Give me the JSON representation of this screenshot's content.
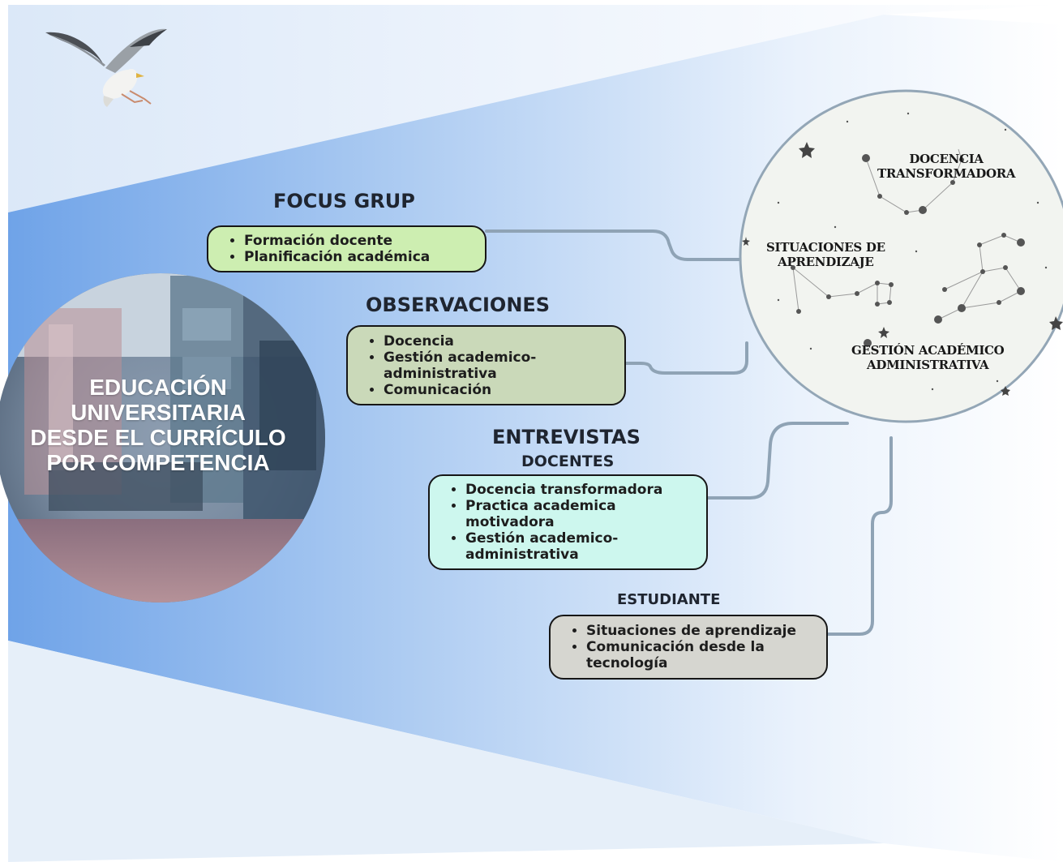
{
  "center": {
    "lines": [
      "EDUCACIÓN",
      "UNIVERSITARIA",
      "DESDE EL CURRÍCULO",
      "POR COMPETENCIA"
    ]
  },
  "focus": {
    "title": "FOCUS GRUP",
    "items": [
      "Formación docente",
      "Planificación académica"
    ],
    "color": "#cdeeb1"
  },
  "observaciones": {
    "title": "OBSERVACIONES",
    "items": [
      "Docencia",
      "Gestión academico-administrativa",
      "Comunicación"
    ],
    "color": "#cad9b9"
  },
  "entrevistas": {
    "title": "ENTREVISTAS",
    "subtitle": "DOCENTES",
    "items": [
      "Docencia transformadora",
      "Practica academica motivadora",
      "Gestión academico-administrativa"
    ],
    "color": "#cdf7ee"
  },
  "estudiante": {
    "title": "ESTUDIANTE",
    "items": [
      "Situaciones de aprendizaje",
      "Comunicación desde la tecnología"
    ],
    "color": "#d6d6d0"
  },
  "constellation": {
    "labels": {
      "docencia": [
        "DOCENCIA",
        "TRANSFORMADORA"
      ],
      "situaciones": [
        "SITUACIONES DE",
        "APRENDIZAJE"
      ],
      "gestion": [
        "GESTIÓN ACADÉMICO",
        "ADMINISTRATIVA"
      ]
    }
  },
  "colors": {
    "beam_dark": "#7fb0ec",
    "beam_light": "#ffffff",
    "connector": "#8fa3b5",
    "circle_bg": "#f2f4f0"
  },
  "icons": [
    "seagull-icon"
  ]
}
